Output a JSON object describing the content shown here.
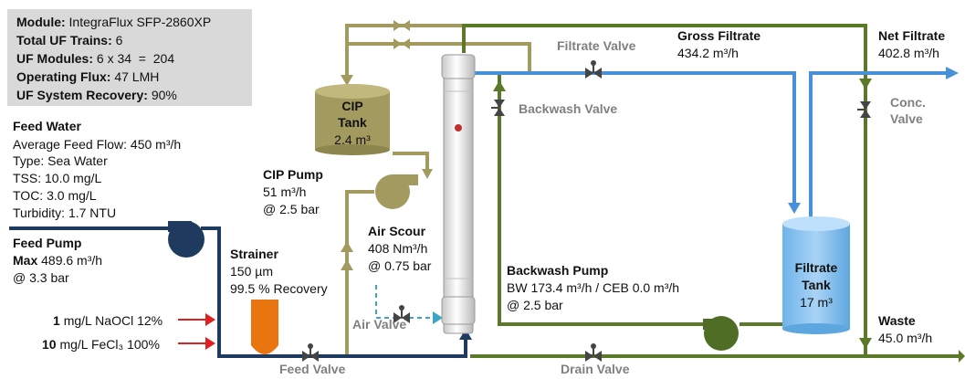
{
  "system_info": {
    "module_label": "Module:",
    "module_value": "IntegraFlux SFP-2860XP",
    "trains_label": "Total UF Trains:",
    "trains_value": "6",
    "modules_label": "UF Modules:",
    "modules_value": "6 x 34  =  204",
    "flux_label": "Operating Flux:",
    "flux_value": "47 LMH",
    "recovery_label": "UF System Recovery:",
    "recovery_value": "90%"
  },
  "feed_water": {
    "title": "Feed Water",
    "flow_label": "Average Feed Flow:",
    "flow_value": "450 m³/h",
    "type_label": "Type:",
    "type_value": "Sea Water",
    "tss_label": "TSS:",
    "tss_value": "10.0 mg/L",
    "toc_label": "TOC:",
    "toc_value": "3.0 mg/L",
    "turbidity_label": "Turbidity:",
    "turbidity_value": "1.7 NTU"
  },
  "feed_pump": {
    "title": "Feed Pump",
    "max_label": "Max",
    "max_value": "489.6 m³/h",
    "pressure": "@ 3.3 bar"
  },
  "chemicals": [
    {
      "amount": "1",
      "text": "mg/L NaOCl 12%"
    },
    {
      "amount": "10",
      "text": "mg/L FeCl₃ 100%"
    }
  ],
  "strainer": {
    "title": "Strainer",
    "size": "150 µm",
    "recovery": "99.5 % Recovery"
  },
  "cip_tank": {
    "title_line1": "CIP",
    "title_line2": "Tank",
    "volume": "2.4 m³"
  },
  "cip_pump": {
    "title": "CIP Pump",
    "flow": "51 m³/h",
    "pressure": "@ 2.5 bar"
  },
  "air_scour": {
    "title": "Air Scour",
    "flow": "408 Nm³/h",
    "pressure": "@ 0.75 bar"
  },
  "valves": {
    "air": "Air Valve",
    "feed": "Feed Valve",
    "drain": "Drain Valve",
    "filtrate": "Filtrate Valve",
    "backwash": "Backwash Valve",
    "conc_line1": "Conc.",
    "conc_line2": "Valve"
  },
  "gross_filtrate": {
    "title": "Gross Filtrate",
    "flow": "434.2 m³/h"
  },
  "net_filtrate": {
    "title": "Net Filtrate",
    "flow": "402.8 m³/h"
  },
  "backwash_pump": {
    "title": "Backwash Pump",
    "flow": "BW 173.4 m³/h / CEB 0.0 m³/h",
    "pressure": "@ 2.5 bar"
  },
  "filtrate_tank": {
    "title_line1": "Filtrate",
    "title_line2": "Tank",
    "volume": "17 m³"
  },
  "waste": {
    "title": "Waste",
    "flow": "45.0 m³/h"
  },
  "colors": {
    "feed_line": "#1f3a5f",
    "waste_line": "#5a7a2a",
    "cip_line": "#a39a5f",
    "filtrate_line": "#4a90d9",
    "strainer": "#e87510",
    "chem_arrow": "#e02020",
    "air_line": "#3aa6c4",
    "info_box": "#d9d9d9"
  }
}
